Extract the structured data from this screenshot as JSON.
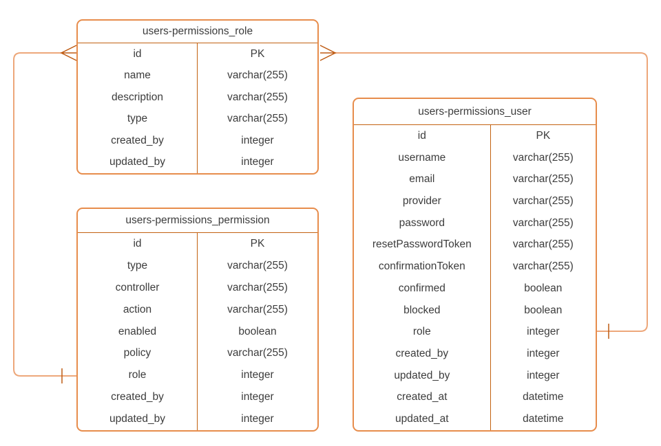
{
  "tables": [
    {
      "key": "role",
      "title": "users-permissions_role",
      "fields": [
        {
          "name": "id",
          "type": "PK"
        },
        {
          "name": "name",
          "type": "varchar(255)"
        },
        {
          "name": "description",
          "type": "varchar(255)"
        },
        {
          "name": "type",
          "type": "varchar(255)"
        },
        {
          "name": "created_by",
          "type": "integer"
        },
        {
          "name": "updated_by",
          "type": "integer"
        }
      ]
    },
    {
      "key": "permission",
      "title": "users-permissions_permission",
      "fields": [
        {
          "name": "id",
          "type": "PK"
        },
        {
          "name": "type",
          "type": "varchar(255)"
        },
        {
          "name": "controller",
          "type": "varchar(255)"
        },
        {
          "name": "action",
          "type": "varchar(255)"
        },
        {
          "name": "enabled",
          "type": "boolean"
        },
        {
          "name": "policy",
          "type": "varchar(255)"
        },
        {
          "name": "role",
          "type": "integer"
        },
        {
          "name": "created_by",
          "type": "integer"
        },
        {
          "name": "updated_by",
          "type": "integer"
        }
      ]
    },
    {
      "key": "user",
      "title": "users-permissions_user",
      "fields": [
        {
          "name": "id",
          "type": "PK"
        },
        {
          "name": "username",
          "type": "varchar(255)"
        },
        {
          "name": "email",
          "type": "varchar(255)"
        },
        {
          "name": "provider",
          "type": "varchar(255)"
        },
        {
          "name": "password",
          "type": "varchar(255)"
        },
        {
          "name": "resetPasswordToken",
          "type": "varchar(255)"
        },
        {
          "name": "confirmationToken",
          "type": "varchar(255)"
        },
        {
          "name": "confirmed",
          "type": "boolean"
        },
        {
          "name": "blocked",
          "type": "boolean"
        },
        {
          "name": "role",
          "type": "integer"
        },
        {
          "name": "created_by",
          "type": "integer"
        },
        {
          "name": "updated_by",
          "type": "integer"
        },
        {
          "name": "created_at",
          "type": "datetime"
        },
        {
          "name": "updated_at",
          "type": "datetime"
        }
      ]
    }
  ],
  "relationships": [
    {
      "from_table": "users-permissions_role",
      "from_field": "id",
      "from_marker": "crow-foot-many",
      "to_table": "users-permissions_permission",
      "to_field": "role",
      "to_marker": "one-tick"
    },
    {
      "from_table": "users-permissions_role",
      "from_field": "id",
      "from_marker": "crow-foot-many",
      "to_table": "users-permissions_user",
      "to_field": "role",
      "to_marker": "one-tick"
    }
  ],
  "colors": {
    "background": "#FFFFFF",
    "table_border": "#E78C4B",
    "inner_divider": "#C2600F",
    "edge_line": "#EDA77A",
    "edge_marker": "#BE5A12",
    "text": "#3C3C3C"
  }
}
